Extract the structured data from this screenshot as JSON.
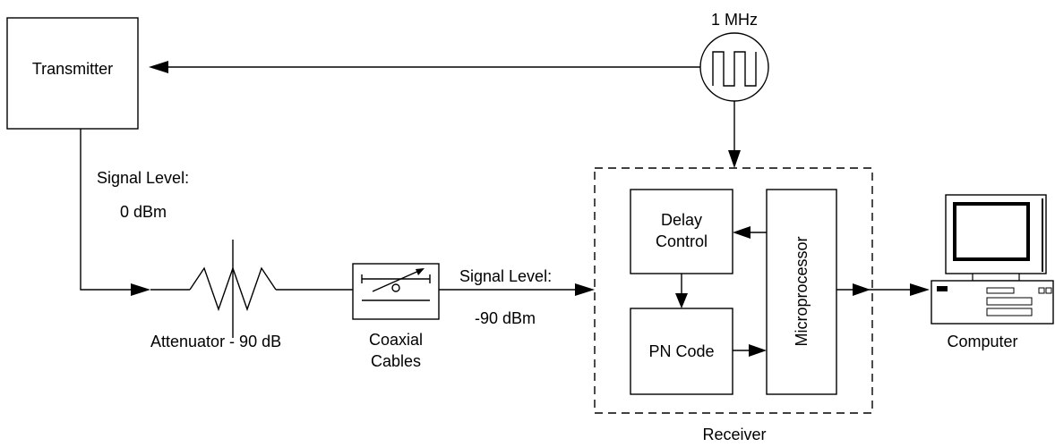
{
  "blocks": {
    "transmitter": "Transmitter",
    "clock": "1 MHz",
    "attenuator": "Attenuator - 90 dB",
    "coax_line1": "Coaxial",
    "coax_line2": "Cables",
    "delay_line1": "Delay",
    "delay_line2": "Control",
    "pn_code": "PN Code",
    "microprocessor": "Microprocessor",
    "receiver": "Receiver",
    "computer": "Computer"
  },
  "signal_tx": {
    "label": "Signal Level:",
    "value": "0 dBm"
  },
  "signal_rx": {
    "label": "Signal Level:",
    "value": "-90 dBm"
  },
  "icons": [
    "square-wave-icon",
    "attenuator-resistor-icon",
    "coaxial-cable-icon",
    "computer-icon"
  ]
}
